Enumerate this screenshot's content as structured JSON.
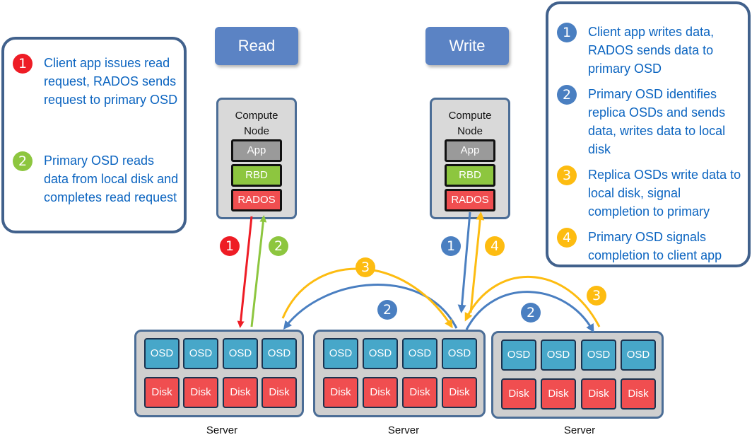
{
  "colors": {
    "red": "#ee1c25",
    "green": "#8dc63f",
    "blue": "#4a7fc1",
    "yellow": "#fdbc11"
  },
  "read_note": {
    "items": [
      {
        "num": "1",
        "color": "#ee1c25",
        "text": "Client app issues read request, RADOS sends request to primary OSD"
      },
      {
        "num": "2",
        "color": "#8dc63f",
        "text": "Primary OSD reads data from local disk and completes read request"
      }
    ]
  },
  "write_note": {
    "items": [
      {
        "num": "1",
        "color": "#4a7fc1",
        "text": "Client app writes data, RADOS sends data to primary OSD"
      },
      {
        "num": "2",
        "color": "#4a7fc1",
        "text": "Primary OSD identifies replica OSDs and sends data, writes data to local disk"
      },
      {
        "num": "3",
        "color": "#fdbc11",
        "text": "Replica OSDs write data to local disk, signal completion to primary"
      },
      {
        "num": "4",
        "color": "#fdbc11",
        "text": "Primary OSD signals completion to client app"
      }
    ]
  },
  "read_label": "Read",
  "write_label": "Write",
  "compute_node": {
    "title": "Compute\nNode",
    "layers": [
      {
        "label": "App",
        "bg": "#9a9a9a",
        "fg": "#ffffff"
      },
      {
        "label": "RBD",
        "bg": "#8dc63f",
        "fg": "#ffffff"
      },
      {
        "label": "RADOS",
        "bg": "#f04e50",
        "fg": "#ffffff"
      }
    ]
  },
  "server": {
    "label": "Server",
    "osd_label": "OSD",
    "disk_label": "Disk"
  },
  "arrow_badges": [
    {
      "num": "1",
      "color": "#ee1c25"
    },
    {
      "num": "2",
      "color": "#8dc63f"
    },
    {
      "num": "1",
      "color": "#4a7fc1"
    },
    {
      "num": "4",
      "color": "#fdbc11"
    },
    {
      "num": "3",
      "color": "#fdbc11"
    },
    {
      "num": "2",
      "color": "#4a7fc1"
    },
    {
      "num": "2",
      "color": "#4a7fc1"
    },
    {
      "num": "3",
      "color": "#fdbc11"
    }
  ]
}
